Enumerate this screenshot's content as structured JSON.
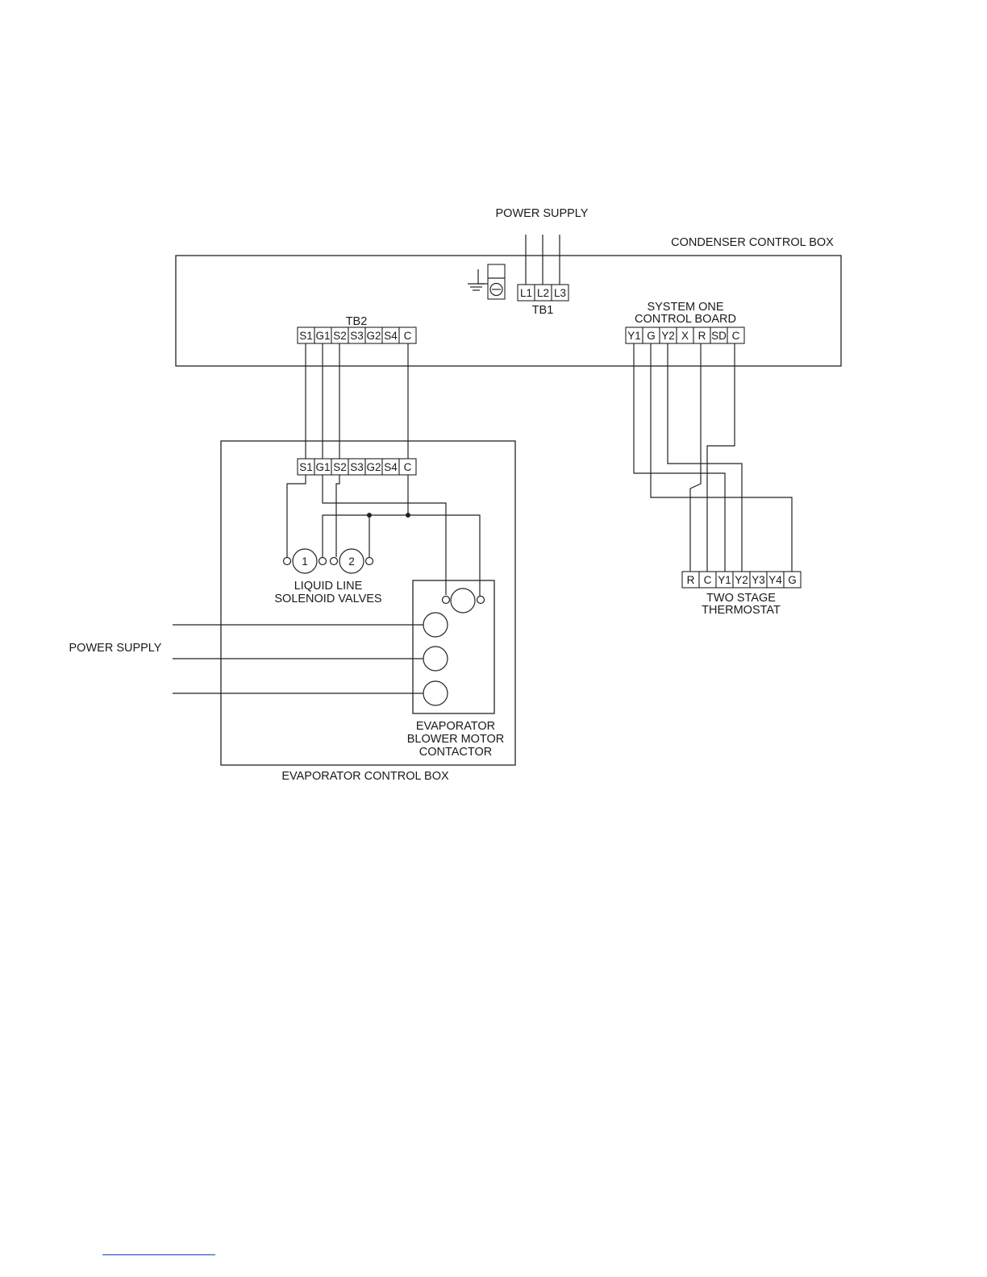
{
  "labels": {
    "power_supply_top": "POWER SUPPLY",
    "condenser_control_box": "CONDENSER CONTROL BOX",
    "tb1": "TB1",
    "tb2": "TB2",
    "system_one_line1": "SYSTEM ONE",
    "system_one_line2": "CONTROL BOARD",
    "liquid_line_line1": "LIQUID LINE",
    "liquid_line_line2": "SOLENOID VALVES",
    "power_supply_left": "POWER SUPPLY",
    "evap_contactor_line1": "EVAPORATOR",
    "evap_contactor_line2": "BLOWER MOTOR",
    "evap_contactor_line3": "CONTACTOR",
    "evaporator_control_box": "EVAPORATOR CONTROL BOX",
    "thermostat_line1": "TWO STAGE",
    "thermostat_line2": "THERMOSTAT"
  },
  "tb1_terminals": [
    "L1",
    "L2",
    "L3"
  ],
  "tb2_terminals": [
    "S1",
    "G1",
    "S2",
    "S3",
    "G2",
    "S4",
    "C"
  ],
  "evap_tb_terminals": [
    "S1",
    "G1",
    "S2",
    "S3",
    "G2",
    "S4",
    "C"
  ],
  "control_board_terminals": [
    "Y1",
    "G",
    "Y2",
    "X",
    "R",
    "SD",
    "C"
  ],
  "thermostat_terminals": [
    "R",
    "C",
    "Y1",
    "Y2",
    "Y3",
    "Y4",
    "G"
  ],
  "valves": [
    "1",
    "2"
  ],
  "icons": [
    "ground-icon",
    "ground-lug-icon"
  ]
}
